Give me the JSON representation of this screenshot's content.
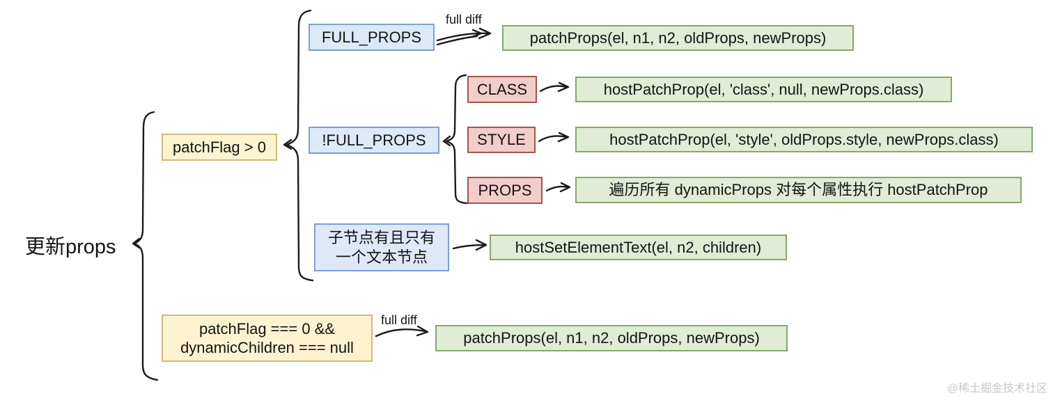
{
  "diagram": {
    "root_label": "更新props",
    "level1": {
      "patch_flag_gt0": "patchFlag > 0",
      "patch_flag_eq0_line1": "patchFlag === 0  &&",
      "patch_flag_eq0_line2": "dynamicChildren === null"
    },
    "level2": {
      "full_props": "FULL_PROPS",
      "not_full_props": "!FULL_PROPS",
      "text_child_line1": "子节点有且只有",
      "text_child_line2": "一个文本节点"
    },
    "level3": {
      "class_flag": "CLASS",
      "style_flag": "STYLE",
      "props_flag": "PROPS"
    },
    "actions": {
      "patch_props_top": "patchProps(el, n1, n2, oldProps, newProps)",
      "host_patch_class": "hostPatchProp(el, 'class', null, newProps.class)",
      "host_patch_style": "hostPatchProp(el, 'style', oldProps.style, newProps.class)",
      "iterate_dynamic_props": "遍历所有 dynamicProps 对每个属性执行 hostPatchProp",
      "host_set_element_text": "hostSetElementText(el, n2, children)",
      "patch_props_bottom": "patchProps(el, n1, n2, oldProps, newProps)"
    },
    "edge_labels": {
      "full_diff_top": "full diff",
      "full_diff_bottom": "full diff"
    },
    "watermark": "@稀土掘金技术社区"
  },
  "colors": {
    "ink": "#1b1b1b",
    "yellow-fill": "#fdf3d1",
    "yellow-border": "#cfba7a",
    "blue-fill": "#dde9f9",
    "blue-border": "#7e9fd5",
    "red-fill": "#f2cdc9",
    "red-border": "#a2544a",
    "green-fill": "#e0ecd4",
    "green-border": "#84a96a",
    "watermark": "#c8c8c8"
  }
}
